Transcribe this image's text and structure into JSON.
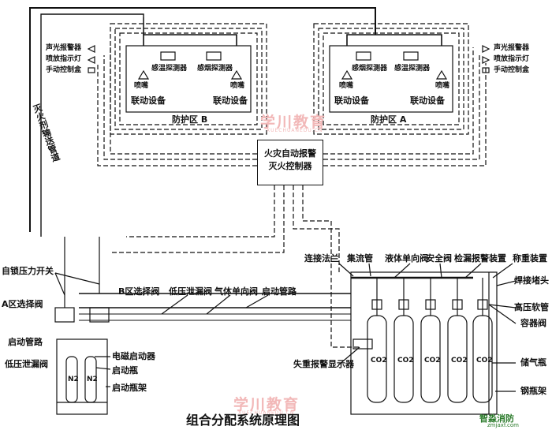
{
  "title": "组合分配系统原理图",
  "watermark": {
    "text": "学川教育",
    "sub": "XUECHUANEDU.CN"
  },
  "brand": {
    "name": "智淼消防",
    "url": "zmjaxf.com"
  },
  "controller": {
    "line1": "火灾自动报警",
    "line2": "灭火控制器"
  },
  "pipe_label": "灭火剂输送管道",
  "zone_b": {
    "name": "防护区 B",
    "detector_temp": "感温探测器",
    "detector_smoke": "感烟探测器",
    "nozzle": "喷嘴",
    "linkage_left": "联动设备",
    "linkage_right": "联动设备"
  },
  "zone_a": {
    "name": "防护区 A",
    "detector_smoke": "感烟探测器",
    "detector_temp": "感温探测器",
    "nozzle": "喷嘴",
    "linkage_left": "联动设备",
    "linkage_right": "联动设备"
  },
  "side_left": {
    "alarm": "声光报警器",
    "indicator": "喷放指示灯",
    "manual": "手动控制盒"
  },
  "side_right": {
    "alarm": "声光报警器",
    "indicator": "喷放指示灯",
    "manual": "手动控制盒"
  },
  "left_labels": {
    "self_lock": "自锁压力开关",
    "a_valve": "A区选择阀",
    "start_pipe": "启动管路",
    "low_check": "低压泄漏阀"
  },
  "mid_labels": {
    "b_valve": "B区选择阀",
    "low_check": "低压泄漏阀",
    "gas_check": "气体单向阀",
    "start_pipe": "启动管路",
    "solenoid": "电磁启动器",
    "start_bottle": "启动瓶",
    "start_rack": "启动瓶架",
    "n2": "N2"
  },
  "top_labels": {
    "flange": "连接法兰",
    "manifold": "集流管",
    "liquid_check": "液体单向阀",
    "safety": "安全阀",
    "leak_alarm": "检漏报警装置",
    "weigh": "称重装置"
  },
  "right_labels": {
    "weld": "焊接堵头",
    "hose": "高压软管",
    "container_valve": "容器阀",
    "storage": "储气瓶",
    "rack": "钢瓶架"
  },
  "loss_display": "失重报警显示器",
  "cylinder_label": "CO2"
}
